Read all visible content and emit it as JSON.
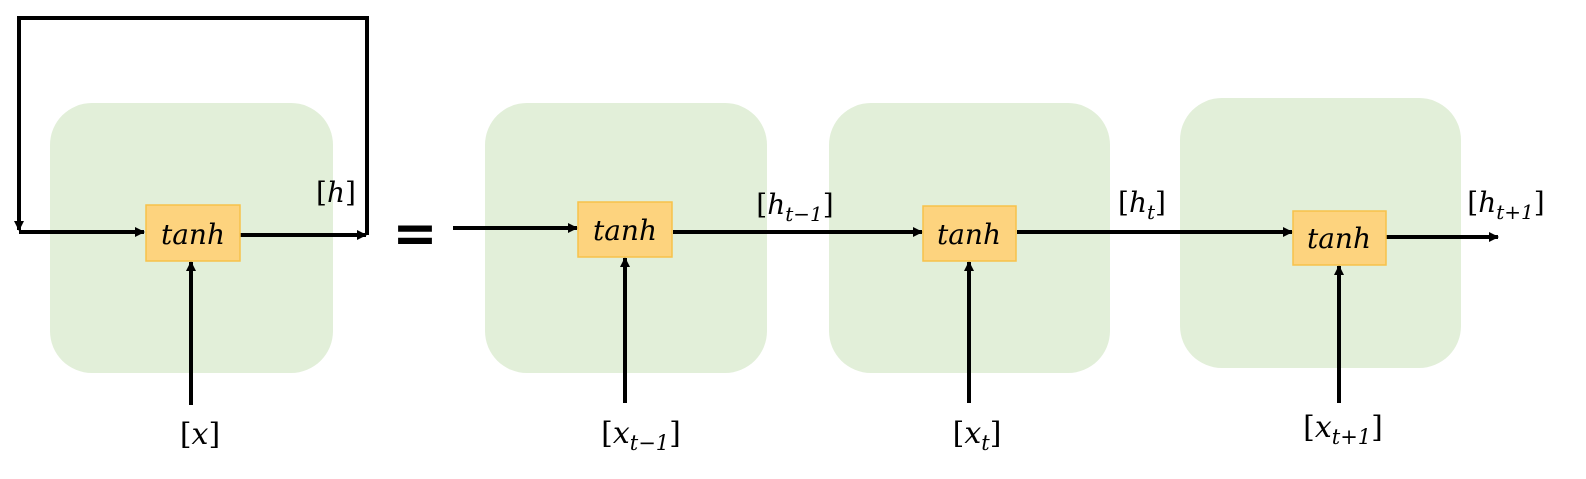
{
  "colors": {
    "cell_background": "#e2efd9",
    "activation_fill": "#fdd37e",
    "activation_border": "#f7c24a",
    "arrow": "#000000"
  },
  "folded": {
    "activation": "tanh",
    "hidden_label": "h",
    "input_label": "x"
  },
  "equals_sign": "=",
  "unrolled": {
    "steps": [
      {
        "activation": "tanh",
        "input_base": "x",
        "input_sub": "t−1",
        "hidden_base": "h",
        "hidden_sub": "t−1"
      },
      {
        "activation": "tanh",
        "input_base": "x",
        "input_sub": "t",
        "hidden_base": "h",
        "hidden_sub": "t"
      },
      {
        "activation": "tanh",
        "input_base": "x",
        "input_sub": "t+1",
        "hidden_base": "h",
        "hidden_sub": "t+1"
      }
    ]
  }
}
